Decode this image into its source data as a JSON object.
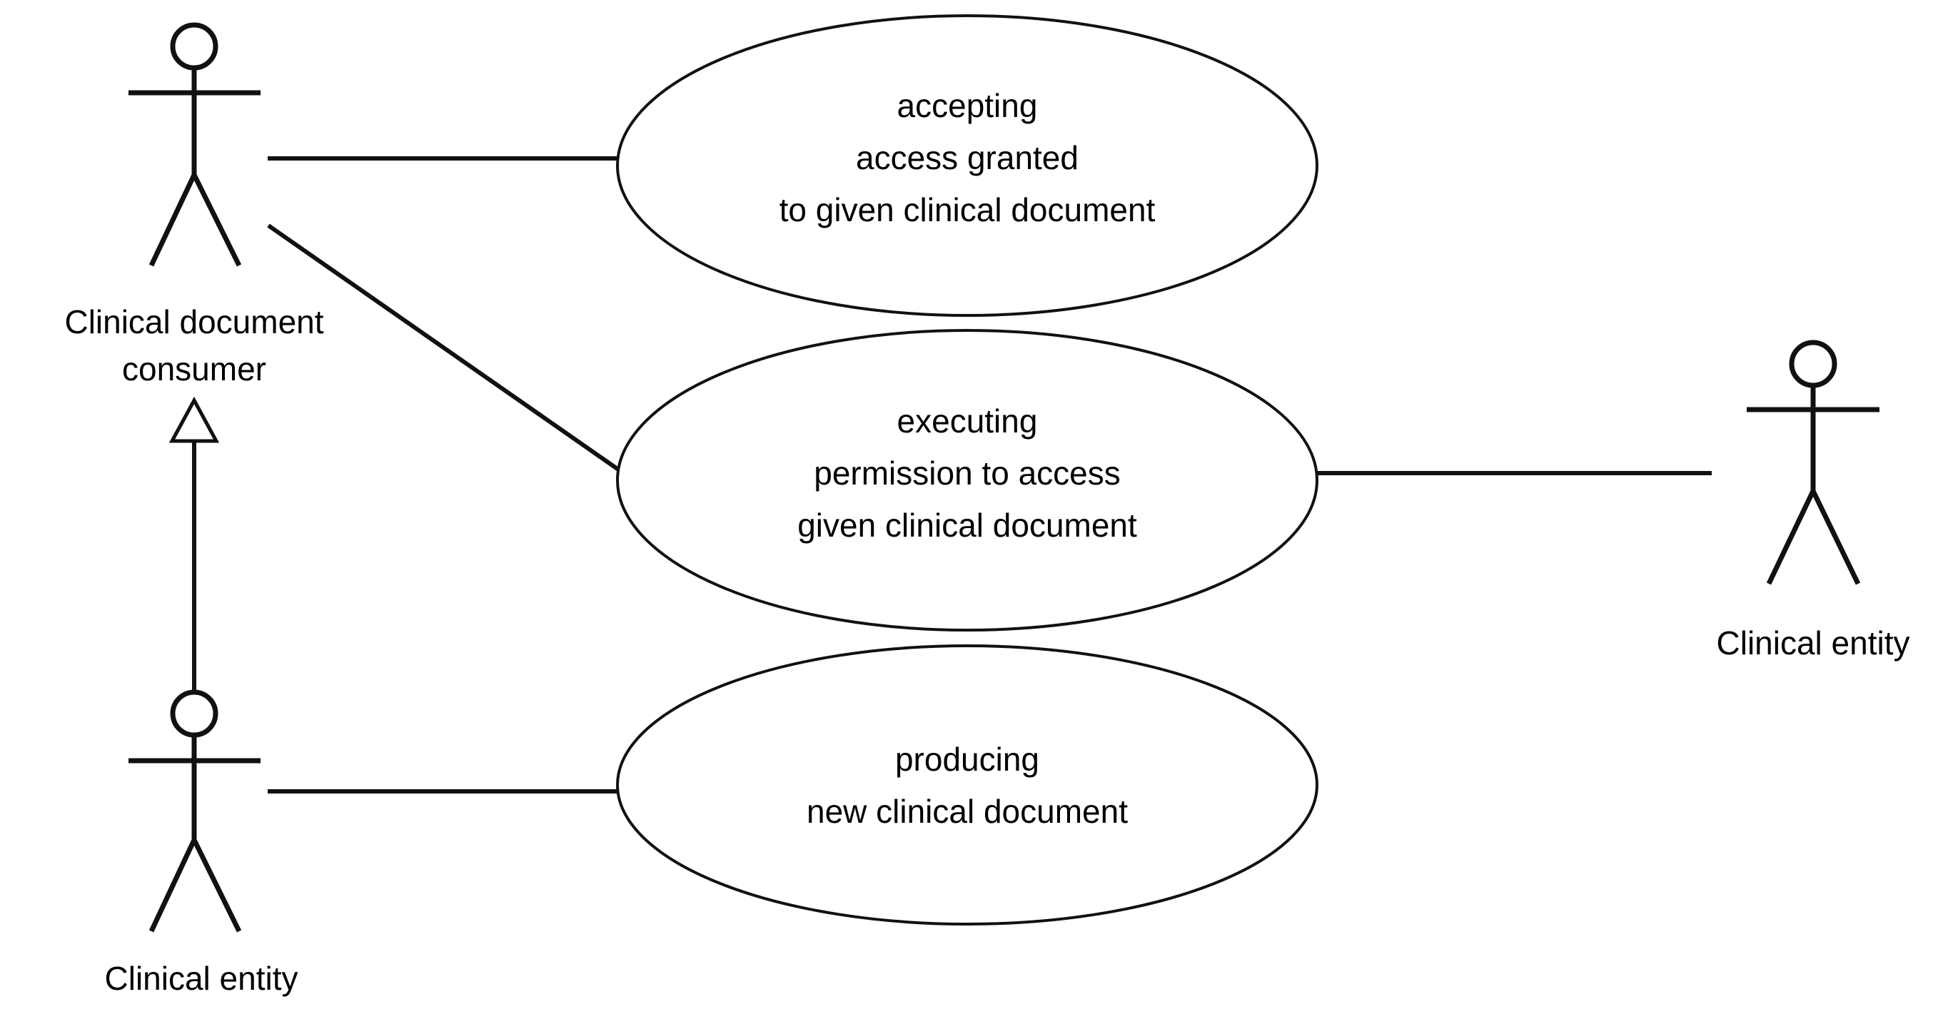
{
  "diagram": {
    "type": "uml-use-case-diagram",
    "background_color": "#ffffff",
    "line_color": "#111111",
    "text_color": "#000000"
  },
  "actors": {
    "consumer": {
      "label_line1": "Clinical document",
      "label_line2": "consumer"
    },
    "entity_bottom": {
      "label": "Clinical entity"
    },
    "entity_right": {
      "label": "Clinical entity"
    }
  },
  "use_cases": [
    {
      "id": "accepting-access-granted",
      "line1": "accepting",
      "line2": "access granted",
      "line3": "to given clinical document"
    },
    {
      "id": "executing-permission",
      "line1": "executing",
      "line2": "permission to access",
      "line3": "given clinical document"
    },
    {
      "id": "producing-new-document",
      "line1": "producing",
      "line2": "new clinical document",
      "line3": ""
    }
  ],
  "relationships": {
    "generalization": "Clinical entity generalizes to Clinical document consumer",
    "associations": [
      "Clinical document consumer - accepting access granted to given clinical document",
      "Clinical document consumer - executing permission to access given clinical document",
      "Clinical entity (right) - executing permission to access given clinical document",
      "Clinical entity (bottom) - producing new clinical document"
    ]
  }
}
